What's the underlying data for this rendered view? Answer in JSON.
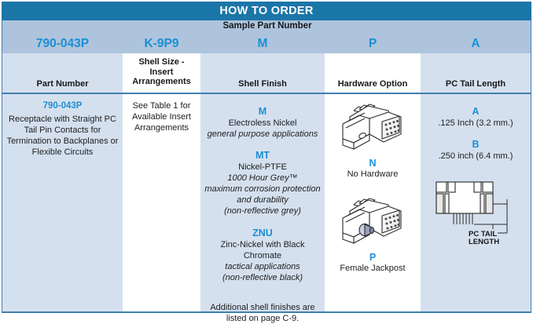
{
  "title": "HOW TO ORDER",
  "sample": {
    "label": "Sample Part Number",
    "parts": [
      "790-043P",
      "K-9P9",
      "M",
      "P",
      "A"
    ]
  },
  "columns": [
    {
      "header": "Part Number"
    },
    {
      "header": "Shell Size -\nInsert\nArrangements"
    },
    {
      "header": "Shell Finish"
    },
    {
      "header": "Hardware Option"
    },
    {
      "header": "PC Tail Length"
    }
  ],
  "part_number": {
    "code": "790-043P",
    "description": "Receptacle with Straight PC Tail Pin Contacts for Termination to Backplanes or Flexible Circuits"
  },
  "shell_size": {
    "note": "See Table 1 for Available Insert Arrangements"
  },
  "shell_finish": {
    "options": [
      {
        "code": "M",
        "name": "Electroless Nickel",
        "notes": [
          "general purpose applications"
        ]
      },
      {
        "code": "MT",
        "name": "Nickel-PTFE",
        "notes": [
          "1000 Hour Grey™",
          "maximum corrosion protection and durability",
          "(non-reflective grey)"
        ]
      },
      {
        "code": "ZNU",
        "name": "Zinc-Nickel with Black Chromate",
        "notes": [
          "tactical applications",
          "(non-reflective black)"
        ]
      }
    ],
    "footnote": "Additional shell finishes are listed on page C-9."
  },
  "hardware_option": {
    "options": [
      {
        "code": "N",
        "label": "No Hardware",
        "image": "connector-no-hardware-illustration"
      },
      {
        "code": "P",
        "label": "Female Jackpost",
        "image": "connector-female-jackpost-illustration"
      }
    ]
  },
  "pc_tail_length": {
    "options": [
      {
        "code": "A",
        "label": ".125 Inch (3.2 mm.)"
      },
      {
        "code": "B",
        "label": ".250 inch (6.4 mm.)"
      }
    ],
    "diagram": {
      "image": "pc-tail-length-diagram",
      "caption_line1": "PC TAIL",
      "caption_line2": "LENGTH"
    }
  },
  "colors": {
    "title_bar": "#1b76a8",
    "sample_band": "#aec4dd",
    "cell_blue": "#d5e0ee",
    "cell_white": "#ffffff",
    "accent_text": "#1b8fd4",
    "border": "#3f7fb0"
  }
}
